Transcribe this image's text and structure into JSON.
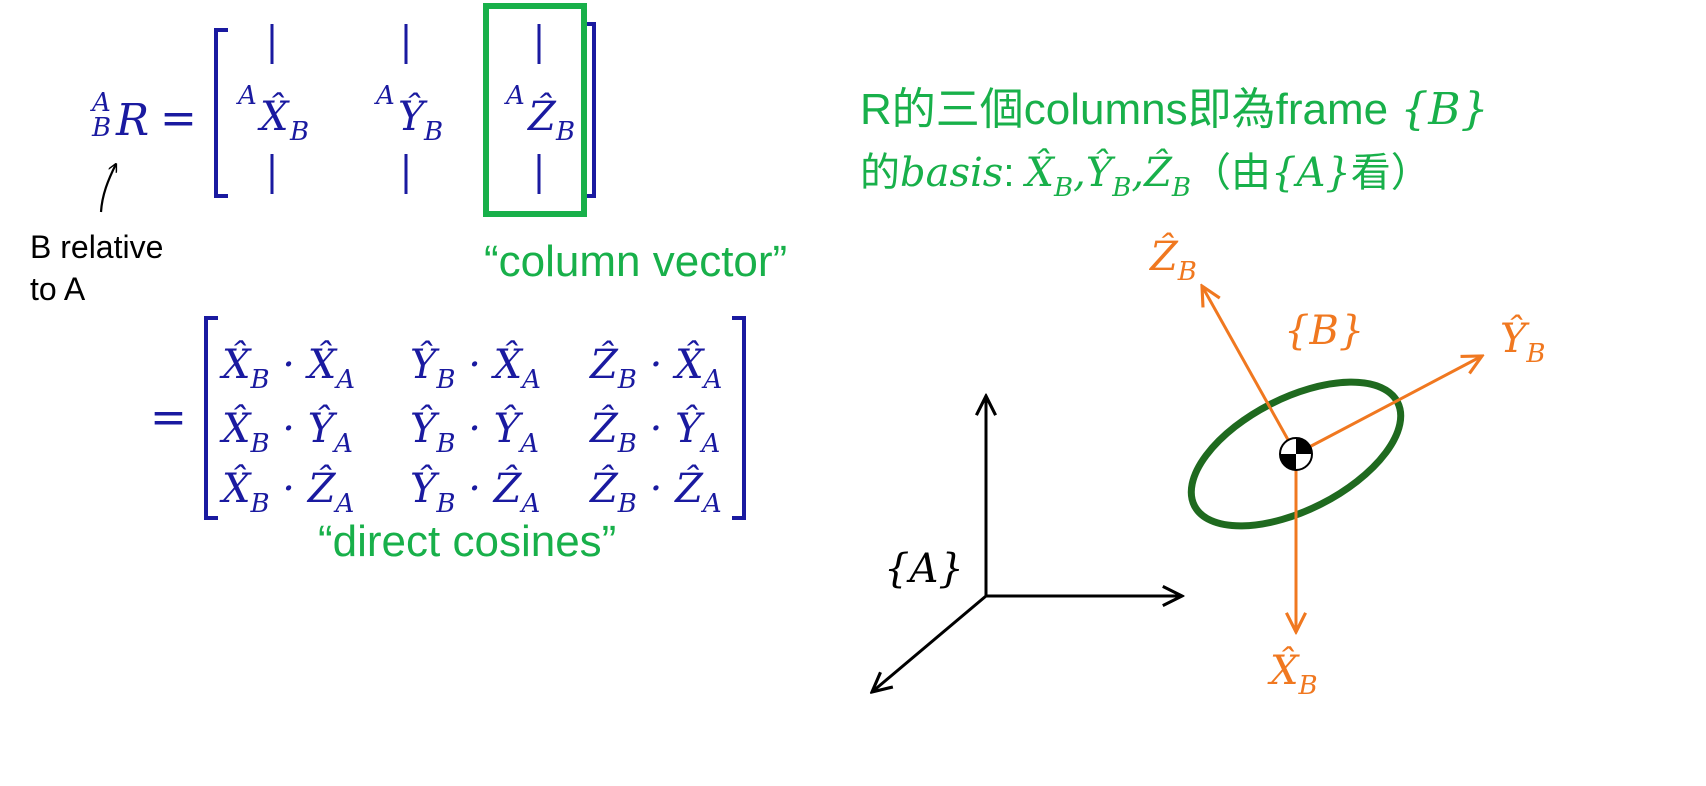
{
  "colors": {
    "blue": "#1a1aa0",
    "green": "#18b04a",
    "dark_green": "#1f6a1f",
    "orange": "#f07820",
    "black": "#000000"
  },
  "left": {
    "rot_super": "A",
    "rot_sub": "B",
    "rot_symbol": "R",
    "equals": "=",
    "col_sup": "A",
    "col_x": "X̂",
    "col_y": "Ŷ",
    "col_z": "Ẑ",
    "col_sub": "B",
    "relative_line1": "B relative",
    "relative_line2": "to A",
    "column_vector_label": "“column vector”",
    "direct_cosines_label": "“direct cosines”",
    "dot": "·",
    "cos_rows": [
      [
        {
          "l": "X̂",
          "ls": "B",
          "r": "X̂",
          "rs": "A"
        },
        {
          "l": "Ŷ",
          "ls": "B",
          "r": "X̂",
          "rs": "A"
        },
        {
          "l": "Ẑ",
          "ls": "B",
          "r": "X̂",
          "rs": "A"
        }
      ],
      [
        {
          "l": "X̂",
          "ls": "B",
          "r": "Ŷ",
          "rs": "A"
        },
        {
          "l": "Ŷ",
          "ls": "B",
          "r": "Ŷ",
          "rs": "A"
        },
        {
          "l": "Ẑ",
          "ls": "B",
          "r": "Ŷ",
          "rs": "A"
        }
      ],
      [
        {
          "l": "X̂",
          "ls": "B",
          "r": "Ẑ",
          "rs": "A"
        },
        {
          "l": "Ŷ",
          "ls": "B",
          "r": "Ẑ",
          "rs": "A"
        },
        {
          "l": "Ẑ",
          "ls": "B",
          "r": "Ẑ",
          "rs": "A"
        }
      ]
    ]
  },
  "right": {
    "title_line1_prefix": "R的三個columns即為frame ",
    "title_line1_frame": "{B}",
    "title_line2_prefix": "的",
    "title_line2_basis": "basis",
    "title_line2_colon": ": ",
    "title_line2_vectors": "X̂B, ŶB, ẐB",
    "basis_x": "X̂",
    "basis_y": "Ŷ",
    "basis_z": "Ẑ",
    "basis_sub": "B",
    "comma": ",",
    "title_line2_paren_open": "（由",
    "title_line2_frame": "{A}",
    "title_line2_paren_close": "看）",
    "frame_b_label": "{B}",
    "frame_a_label": "{A}",
    "zb_label": "Ẑ",
    "yb_label": "Ŷ",
    "xb_label": "X̂",
    "b_sub": "B"
  }
}
